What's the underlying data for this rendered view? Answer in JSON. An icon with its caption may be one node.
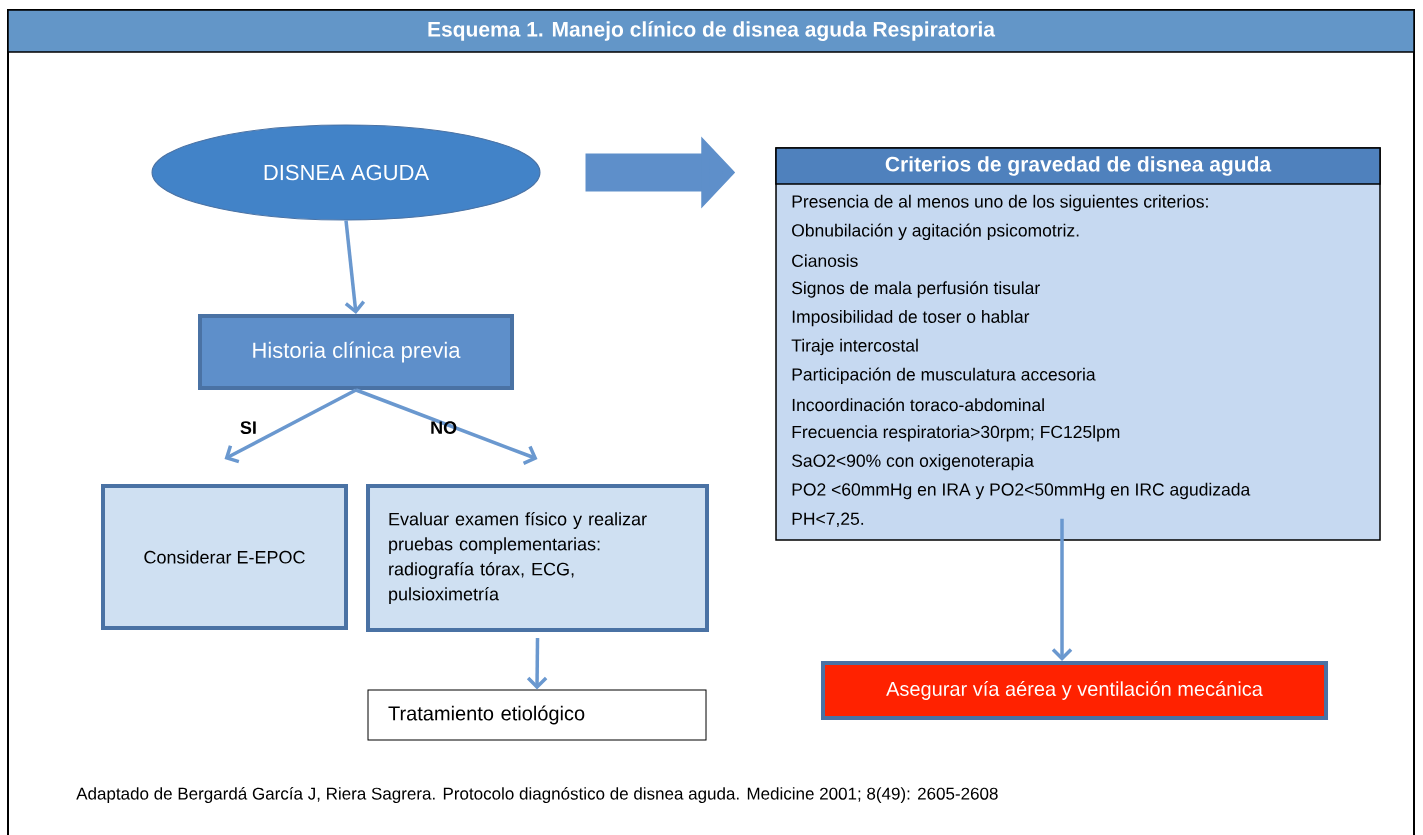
{
  "diagram": {
    "title": "Esquema 1. Manejo clínico de disnea aguda Respiratoria",
    "caption": "Adaptado de Bergardá García J, Riera Sagrera. Protocolo diagnóstico de disnea aguda. Medicine 2001; 8(49): 2605-2608",
    "nodes": [
      {
        "text": [
          "DISNEA AGUDA"
        ]
      },
      {
        "text": [
          "Historia clínica previa"
        ]
      },
      {
        "text": [
          "Considerar E-EPOC"
        ]
      },
      {
        "text": [
          "Evaluar examen físico y realizar pruebas complementarias: radiografía tórax, ECG, pulsioximetría"
        ]
      },
      {
        "text": [
          "Tratamiento etiológico"
        ]
      },
      {
        "text": [
          "Criterios de gravedad de disnea aguda",
          "Presencia de al menos uno de los siguientes criterios:",
          "Obnubilación y agitación psicomotriz.",
          "Cianosis",
          "Signos de mala perfusión tisular",
          "Imposibilidad de toser o hablar",
          "Tiraje intercostal",
          "Participación de musculatura accesoria",
          "Incoordinación toraco-abdominal",
          "Frecuencia respiratoria>30rpm; FC125lpm",
          "SaO2<90% con oxigenoterapia",
          "PO2 <60mmHg en IRA y PO2<50mmHg en IRC agudizada",
          "PH<7,25."
        ]
      },
      {
        "text": [
          "Asegurar vía aérea  y ventilación mecánica"
        ]
      }
    ],
    "edges": [
      {
        "from": 0,
        "to": 1,
        "arrow": "to"
      },
      {
        "from": 1,
        "to": 2,
        "arrow": "to",
        "label": "SI"
      },
      {
        "from": 1,
        "to": 3,
        "arrow": "to",
        "label": "NO"
      },
      {
        "from": 3,
        "to": 4,
        "arrow": "to"
      },
      {
        "from": 0,
        "to": 5,
        "arrow": "to",
        "style": "thick"
      },
      {
        "from": 5,
        "to": 6,
        "arrow": "to"
      }
    ]
  }
}
